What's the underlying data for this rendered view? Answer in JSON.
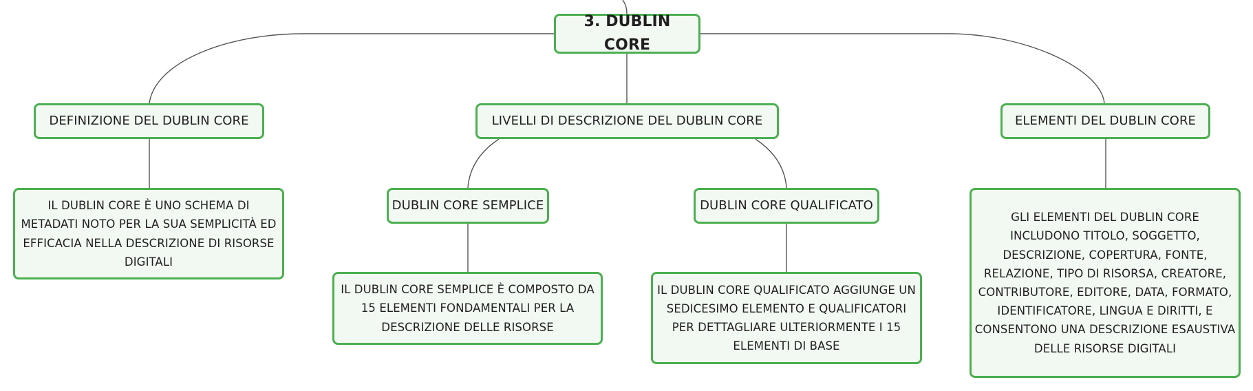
{
  "colors": {
    "node_border": "#4caf50",
    "node_fill": "#f2f8f2",
    "connector": "#555555",
    "text": "#1f1f1f"
  },
  "root": {
    "label": "3. DUBLIN CORE"
  },
  "branches": [
    {
      "label": "DEFINIZIONE DEL DUBLIN CORE",
      "description": "IL DUBLIN CORE È UNO SCHEMA DI METADATI NOTO PER LA SUA SEMPLICITÀ ED EFFICACIA NELLA DESCRIZIONE DI RISORSE DIGITALI"
    },
    {
      "label": "LIVELLI DI DESCRIZIONE DEL DUBLIN CORE",
      "children": [
        {
          "label": "DUBLIN CORE SEMPLICE",
          "description": "IL DUBLIN CORE SEMPLICE È COMPOSTO DA 15 ELEMENTI FONDAMENTALI PER LA DESCRIZIONE DELLE RISORSE"
        },
        {
          "label": "DUBLIN CORE QUALIFICATO",
          "description": "IL DUBLIN CORE QUALIFICATO AGGIUNGE UN SEDICESIMO ELEMENTO E QUALIFICATORI PER DETTAGLIARE ULTERIORMENTE I 15 ELEMENTI DI BASE"
        }
      ]
    },
    {
      "label": "ELEMENTI DEL DUBLIN CORE",
      "description": "GLI ELEMENTI DEL DUBLIN CORE INCLUDONO TITOLO, SOGGETTO, DESCRIZIONE, COPERTURA, FONTE, RELAZIONE, TIPO DI RISORSA, CREATORE, CONTRIBUTORE, EDITORE, DATA, FORMATO, IDENTIFICATORE, LINGUA E DIRITTI, E CONSENTONO UNA DESCRIZIONE ESAUSTIVA DELLE RISORSE DIGITALI"
    }
  ]
}
